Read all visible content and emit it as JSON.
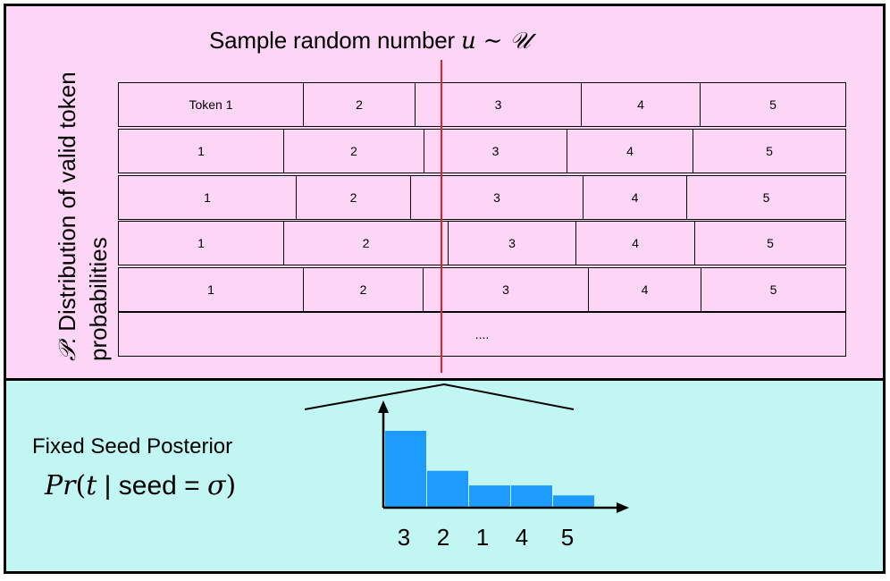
{
  "header": {
    "title_text": "Sample random number ",
    "title_math": "u ∼ 𝒰"
  },
  "ylabel": {
    "symbol": "𝒫",
    "text": ":  Distribution of valid token probabilities"
  },
  "rows": [
    {
      "cells": [
        "Token 1",
        "2",
        "3",
        "4",
        "5"
      ],
      "widths": [
        0.255,
        0.154,
        0.229,
        0.164,
        0.198
      ]
    },
    {
      "cells": [
        "1",
        "2",
        "3",
        "4",
        "5"
      ],
      "widths": [
        0.228,
        0.193,
        0.197,
        0.174,
        0.208
      ]
    },
    {
      "cells": [
        "1",
        "2",
        "3",
        "4",
        "5"
      ],
      "widths": [
        0.245,
        0.158,
        0.238,
        0.143,
        0.216
      ]
    },
    {
      "cells": [
        "1",
        "2",
        "3",
        "4",
        "5"
      ],
      "widths": [
        0.228,
        0.226,
        0.176,
        0.163,
        0.207
      ]
    },
    {
      "cells": [
        "1",
        "2",
        "3",
        "4",
        "5"
      ],
      "widths": [
        0.255,
        0.165,
        0.228,
        0.155,
        0.197
      ]
    }
  ],
  "ellipsis": "....",
  "posterior": {
    "label": "Fixed Seed Posterior",
    "f_pr": "Pr",
    "f_open": "(",
    "f_t": "t",
    "f_mid": " | seed = ",
    "f_sigma": "σ",
    "f_close": ")"
  },
  "chart_data": {
    "type": "bar",
    "categories": [
      "3",
      "2",
      "1",
      "4",
      "5"
    ],
    "values": [
      1.0,
      0.48,
      0.29,
      0.29,
      0.16
    ],
    "color": "#1e9bff"
  }
}
